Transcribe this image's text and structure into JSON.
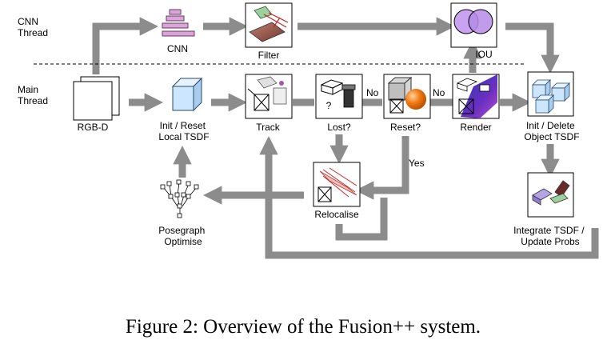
{
  "threads": {
    "cnn": [
      "CNN",
      "Thread"
    ],
    "main": [
      "Main",
      "Thread"
    ]
  },
  "labels": {
    "cnn": "CNN",
    "filter": "Filter",
    "iou": "IOU",
    "rgbd": "RGB-D",
    "init_reset": [
      "Init / Reset",
      "Local TSDF"
    ],
    "track": "Track",
    "lost": "Lost?",
    "reset": "Reset?",
    "render": "Render",
    "init_delete": [
      "Init / Delete",
      "Object TSDF"
    ],
    "relocalise": "Relocalise",
    "posegraph": [
      "Posegraph",
      "Optimise"
    ],
    "integrate": [
      "Integrate TSDF /",
      "Update Probs"
    ],
    "no_1": "No",
    "no_2": "No",
    "yes": "Yes",
    "question": "?"
  },
  "caption": "Figure 2: Overview of the Fusion++ system.",
  "colors": {
    "arrow": "#8c8c8c",
    "cube": "#cce6ff",
    "cnn_bars": "#d9a6d6",
    "iou_left": "#c9a2f2",
    "iou_right": "#b58be8",
    "reset_sphere": "#f07a12",
    "render_fill": "#4a2fb0"
  }
}
